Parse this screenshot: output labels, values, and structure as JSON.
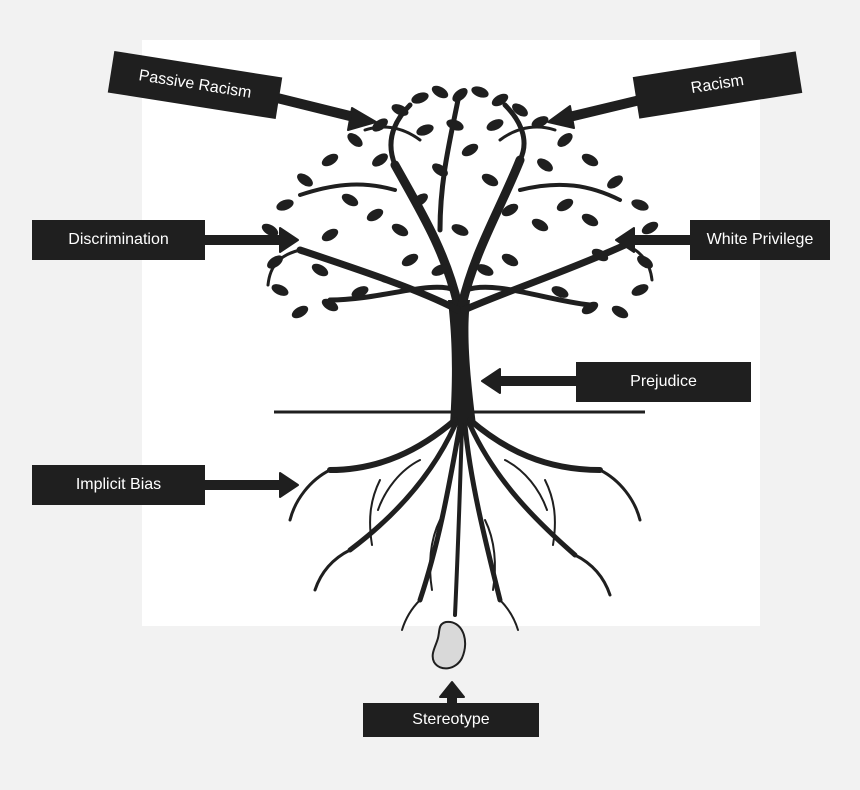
{
  "labels": {
    "passive_racism": "Passive Racism",
    "racism": "Racism",
    "discrimination": "Discrimination",
    "white_privilege": "White Privilege",
    "prejudice": "Prejudice",
    "implicit_bias": "Implicit Bias",
    "stereotype": "Stereotype"
  },
  "colors": {
    "ink": "#1f1f1f",
    "label_text": "#ffffff",
    "background": "#f2f2f2",
    "panel": "#ffffff",
    "seed": "#d9d9d9"
  },
  "icons": [
    "tree-icon",
    "roots-icon",
    "seed-icon",
    "arrow-icon"
  ]
}
